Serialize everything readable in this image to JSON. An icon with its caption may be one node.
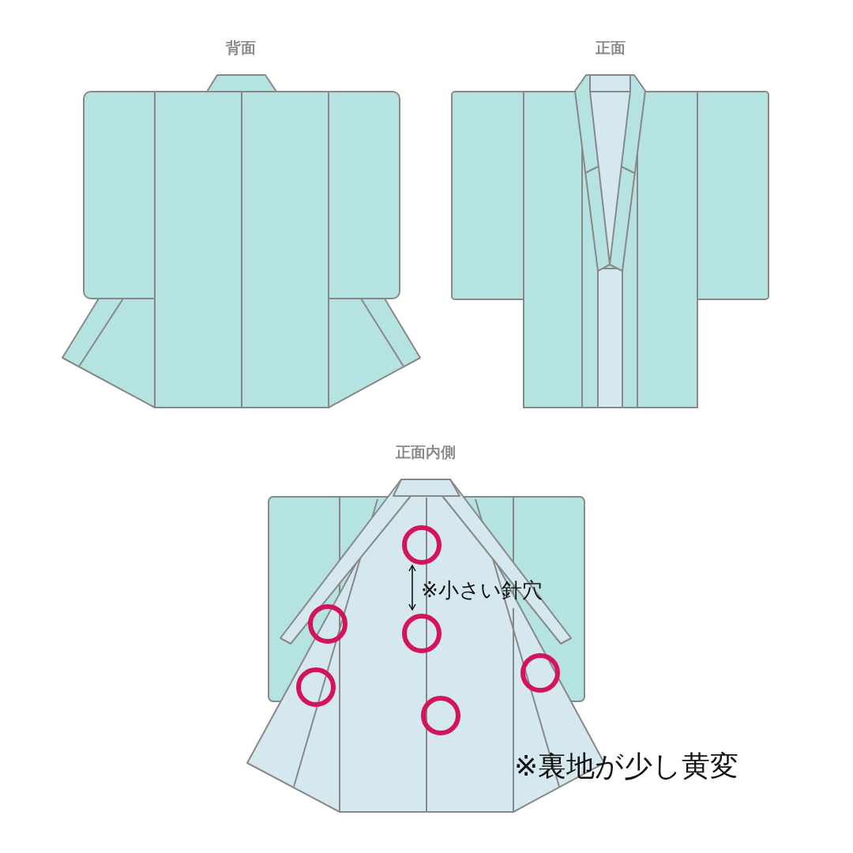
{
  "diagram": {
    "nodes": [
      {
        "text": [
          "背面"
        ]
      },
      {
        "text": [
          "正面"
        ]
      },
      {
        "text": [
          "正面内側"
        ]
      }
    ],
    "labels": [
      "※小さい針穴",
      "※裏地が少し黄変"
    ]
  }
}
